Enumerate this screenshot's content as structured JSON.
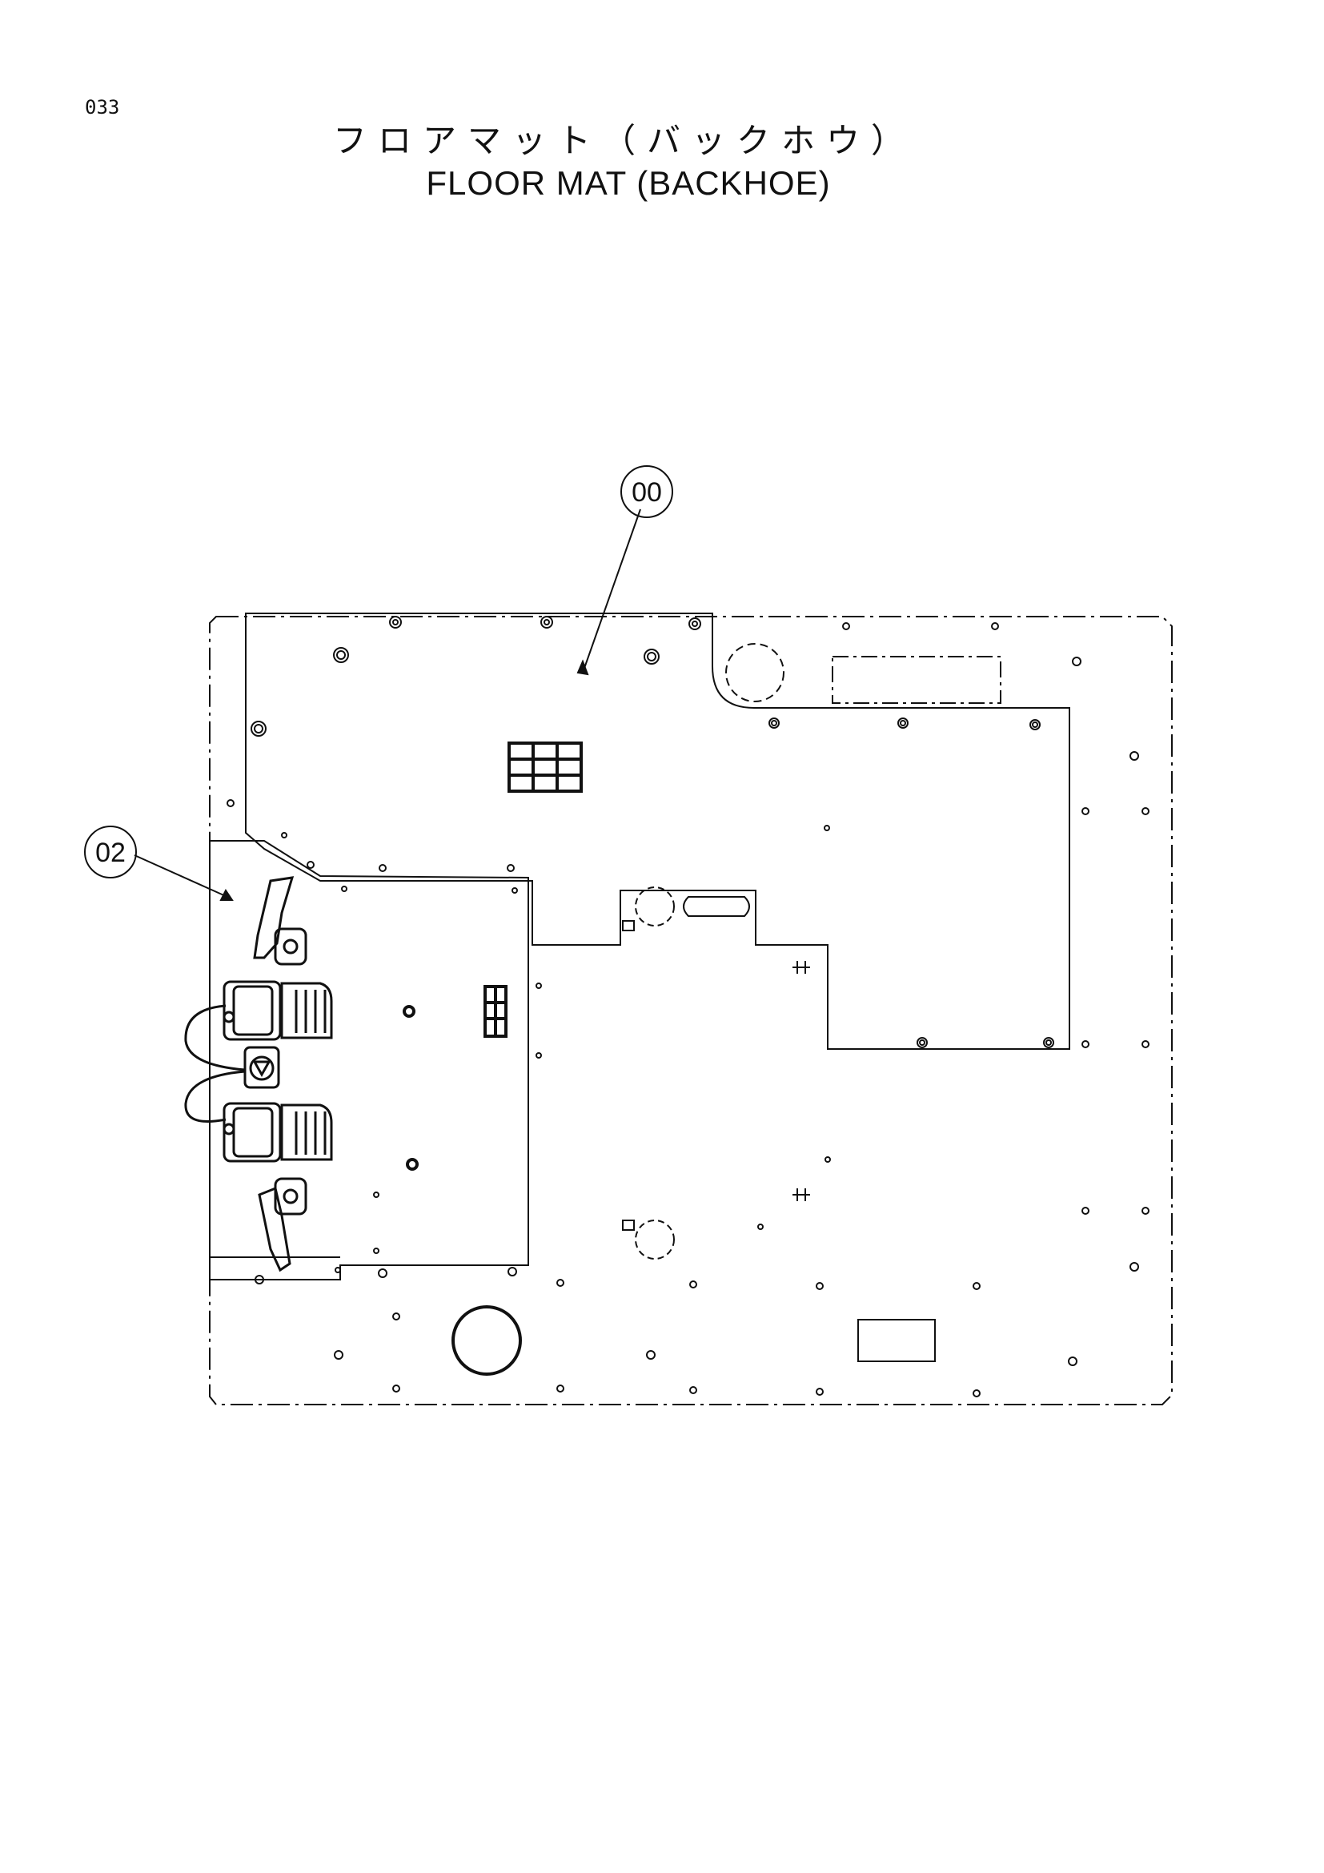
{
  "page": {
    "page_number": "033",
    "title_jp": "フロアマット（バックホウ）",
    "title_en": "FLOOR MAT (BACKHOE)"
  },
  "callouts": [
    {
      "id": "00",
      "label": "00"
    },
    {
      "id": "02",
      "label": "02"
    }
  ]
}
